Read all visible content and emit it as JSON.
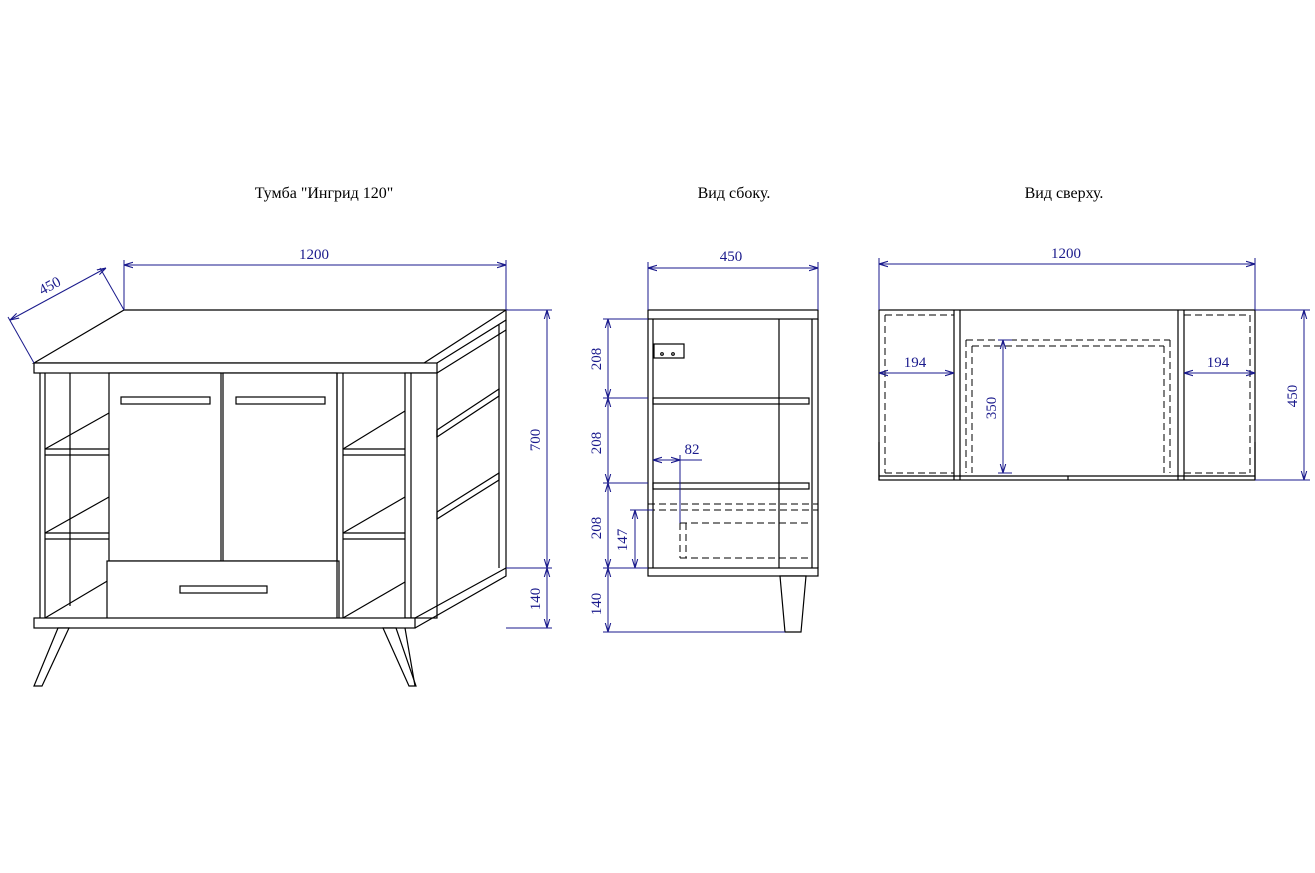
{
  "titles": {
    "perspective": "Тумба \"Ингрид 120\"",
    "side": "Вид сбоку.",
    "top": "Вид сверху."
  },
  "dimensions": {
    "persp_width": "1200",
    "persp_depth": "450",
    "persp_height": "700",
    "persp_legs": "140",
    "side_depth": "450",
    "side_shelf_1": "208",
    "side_shelf_2": "208",
    "side_shelf_3": "208",
    "side_legs": "140",
    "side_inner": "82",
    "side_drawer": "147",
    "top_width": "1200",
    "top_depth": "450",
    "top_left_section": "194",
    "top_right_section": "194",
    "top_inner_depth": "350"
  },
  "colors": {
    "dimension": "#1a1a8c",
    "line": "#000000"
  }
}
